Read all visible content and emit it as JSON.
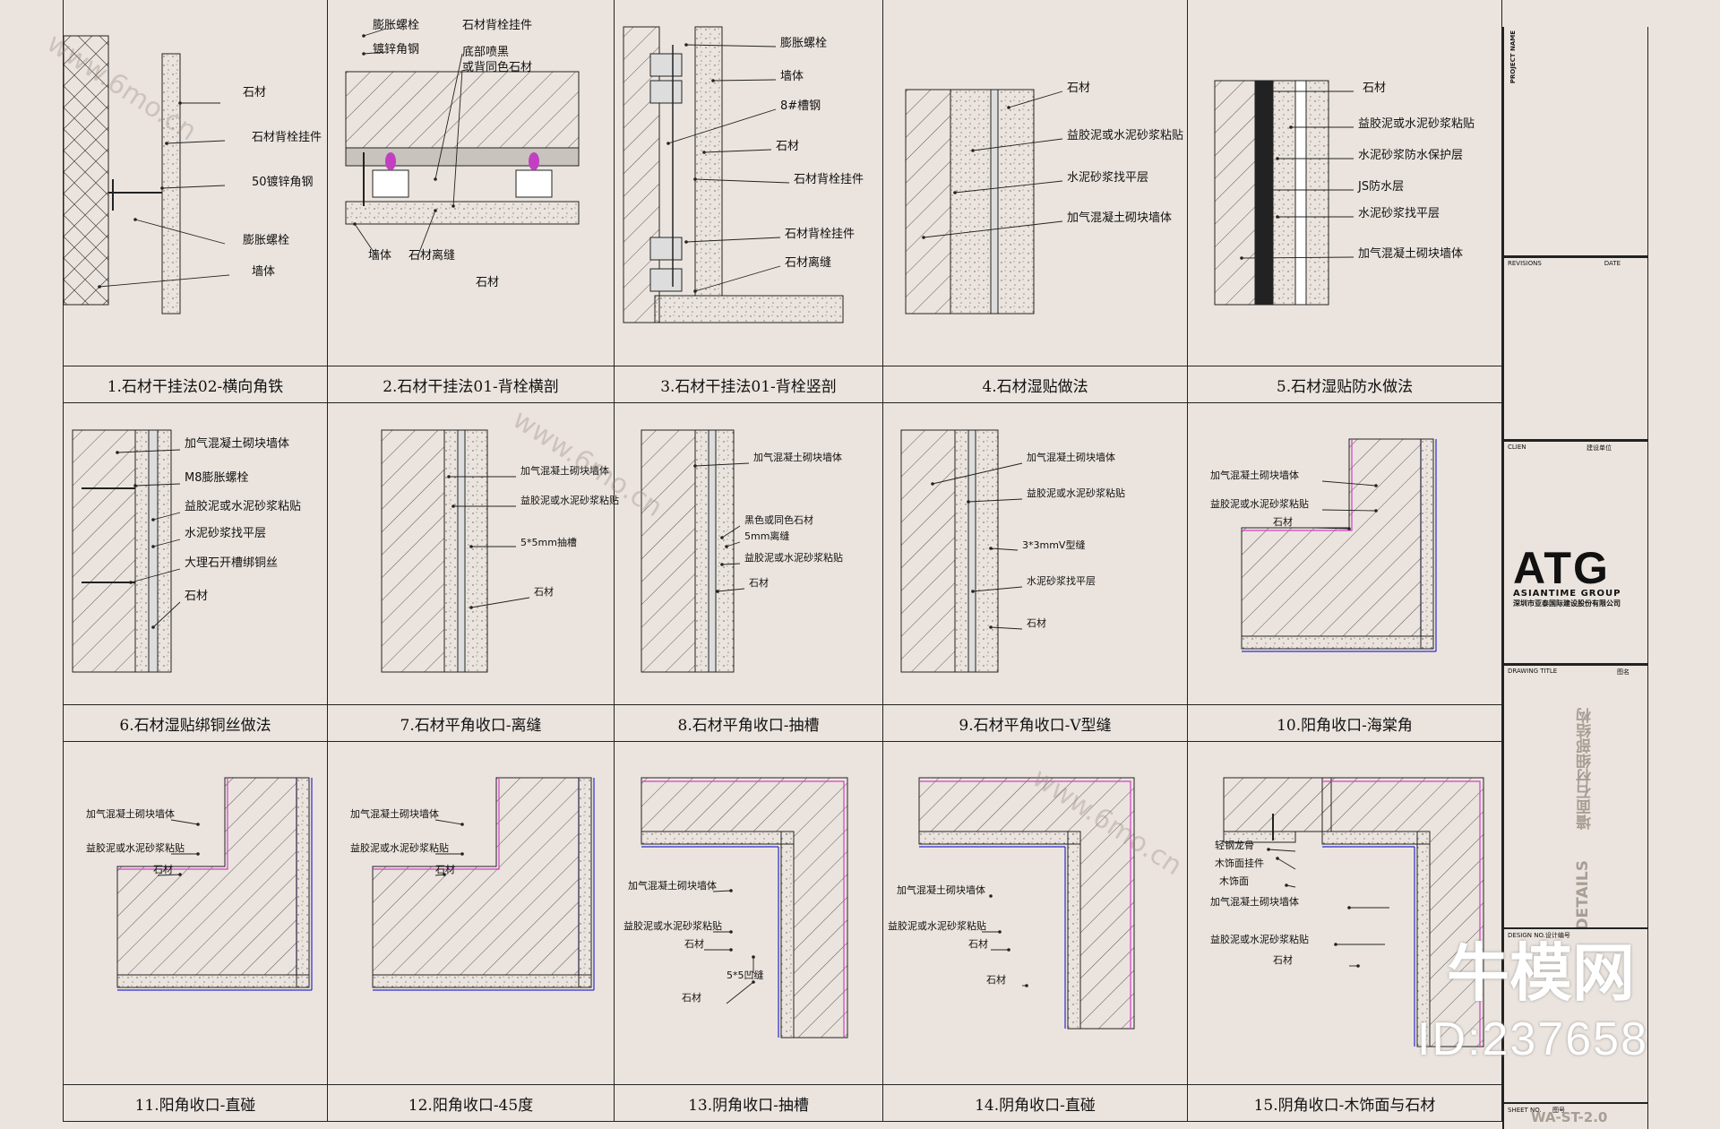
{
  "panels": [
    {
      "caption": "1.石材干挂法02-横向角铁",
      "labels": [
        "石材",
        "石材背栓挂件",
        "50镀锌角钢",
        "膨胀螺栓",
        "墙体"
      ]
    },
    {
      "caption": "2.石材干挂法01-背栓横剖",
      "labels": [
        "膨胀螺栓",
        "石材背栓挂件",
        "镀锌角钢",
        "底部喷黑",
        "或背同色石材",
        "墙体",
        "石材离缝",
        "石材"
      ]
    },
    {
      "caption": "3.石材干挂法01-背栓竖剖",
      "labels": [
        "膨胀螺栓",
        "墙体",
        "8#槽钢",
        "石材",
        "石材背栓挂件",
        "石材背栓挂件",
        "石材离缝"
      ]
    },
    {
      "caption": "4.石材湿贴做法",
      "labels": [
        "石材",
        "益胶泥或水泥砂浆粘贴",
        "水泥砂浆找平层",
        "加气混凝土砌块墙体"
      ]
    },
    {
      "caption": "5.石材湿贴防水做法",
      "labels": [
        "石材",
        "益胶泥或水泥砂浆粘贴",
        "水泥砂浆防水保护层",
        "JS防水层",
        "水泥砂浆找平层",
        "加气混凝土砌块墙体"
      ]
    },
    {
      "caption": "6.石材湿贴绑铜丝做法",
      "labels": [
        "加气混凝土砌块墙体",
        "M8膨胀螺栓",
        "益胶泥或水泥砂浆粘贴",
        "水泥砂浆找平层",
        "大理石开槽绑铜丝",
        "石材"
      ]
    },
    {
      "caption": "7.石材平角收口-离缝",
      "labels": [
        "加气混凝土砌块墙体",
        "益胶泥或水泥砂浆粘贴",
        "5*5mm抽槽",
        "石材"
      ]
    },
    {
      "caption": "8.石材平角收口-抽槽",
      "labels": [
        "加气混凝土砌块墙体",
        "黑色或同色石材",
        "5mm离缝",
        "益胶泥或水泥砂浆粘贴",
        "石材"
      ]
    },
    {
      "caption": "9.石材平角收口-V型缝",
      "labels": [
        "加气混凝土砌块墙体",
        "益胶泥或水泥砂浆粘贴",
        "3*3mmV型缝",
        "水泥砂浆找平层",
        "石材"
      ]
    },
    {
      "caption": "10.阳角收口-海棠角",
      "labels": [
        "加气混凝土砌块墙体",
        "益胶泥或水泥砂浆粘贴",
        "石材"
      ]
    },
    {
      "caption": "11.阳角收口-直碰",
      "labels": [
        "加气混凝土砌块墙体",
        "益胶泥或水泥砂浆粘贴",
        "石材"
      ]
    },
    {
      "caption": "12.阳角收口-45度",
      "labels": [
        "加气混凝土砌块墙体",
        "益胶泥或水泥砂浆粘贴",
        "石材"
      ]
    },
    {
      "caption": "13.阴角收口-抽槽",
      "labels": [
        "加气混凝土砌块墙体",
        "益胶泥或水泥砂浆粘贴",
        "石材",
        "5*5凹缝",
        "石材"
      ]
    },
    {
      "caption": "14.阴角收口-直碰",
      "labels": [
        "加气混凝土砌块墙体",
        "益胶泥或水泥砂浆粘贴",
        "石材",
        "石材"
      ]
    },
    {
      "caption": "15.阴角收口-木饰面与石材",
      "labels": [
        "轻钢龙骨",
        "木饰面挂件",
        "木饰面",
        "加气混凝土砌块墙体",
        "益胶泥或水泥砂浆粘贴",
        "石材"
      ]
    }
  ],
  "titleblock": {
    "project_name": "PROJECT NAME",
    "revisions": "REVISIONS",
    "date": "DATE",
    "client": "CLIEN",
    "client_cn": "建设单位",
    "logo": "ATG",
    "logo_sub": "ASIANTIME GROUP",
    "logo_cn": "深圳市亚泰国际建设股份有限公司",
    "drawing_title": "DRAWING TITLE",
    "drawing_title_cn": "图名",
    "drawing_name_cn": "墙面石材细部结构",
    "drawing_name_en": "DETAILS",
    "design_no": "DESIGN NO.设计编号",
    "sheet_no": "SHEET NO.",
    "sheet_no_cn": "图号",
    "sheet_code": "WA-ST-2.0"
  },
  "watermarks": {
    "brand": "牛模网",
    "id": "ID:237658",
    "site": "www.6mo.cn"
  }
}
